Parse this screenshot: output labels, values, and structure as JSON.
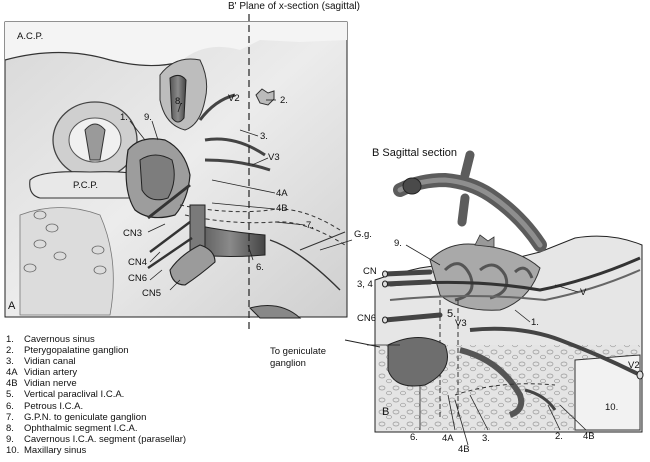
{
  "header": {
    "plane_label": "B' Plane of x-section (sagittal)"
  },
  "panel_a": {
    "letter": "A",
    "labels": {
      "acp": "A.C.P.",
      "pcp": "P.C.P.",
      "v2": "V2",
      "v3": "V3",
      "n1": "1.",
      "n2": "2.",
      "n3": "3.",
      "n4a": "4A",
      "n4b": "4B",
      "n6": "6.",
      "n7": "7.",
      "n8": "8.",
      "n9": "9.",
      "cn3": "CN3",
      "cn4": "CN4",
      "cn6": "CN6",
      "cn5": "CN5",
      "gg": "G.g."
    }
  },
  "panel_b": {
    "title": "B Sagittal section",
    "letter": "B",
    "labels": {
      "cn": "CN",
      "cn34": "3, 4",
      "cn6": "CN6",
      "n9": "9.",
      "v": "V",
      "v3": "V3",
      "v2": "V2",
      "n5": "5.",
      "n1": "1.",
      "n10": "10.",
      "n6": "6.",
      "n4a": "4A",
      "n4b_left": "4B",
      "n3": "3.",
      "n2": "2.",
      "n4b_right": "4B",
      "to_geniculate": "To geniculate",
      "ganglion": "ganglion"
    }
  },
  "legend": [
    {
      "num": "1.",
      "text": "Cavernous sinus"
    },
    {
      "num": "2.",
      "text": "Pterygopalatine ganglion"
    },
    {
      "num": "3.",
      "text": "Vidian canal"
    },
    {
      "num": "4A",
      "text": "Vidian artery"
    },
    {
      "num": "4B",
      "text": "Vidian nerve"
    },
    {
      "num": "5.",
      "text": "Vertical paraclival I.C.A."
    },
    {
      "num": "6.",
      "text": "Petrous I.C.A."
    },
    {
      "num": "7.",
      "text": "G.P.N. to geniculate ganglion"
    },
    {
      "num": "8.",
      "text": "Ophthalmic segment I.C.A."
    },
    {
      "num": "9.",
      "text": "Cavernous I.C.A. segment (parasellar)"
    },
    {
      "num": "10.",
      "text": "Maxillary sinus"
    }
  ]
}
